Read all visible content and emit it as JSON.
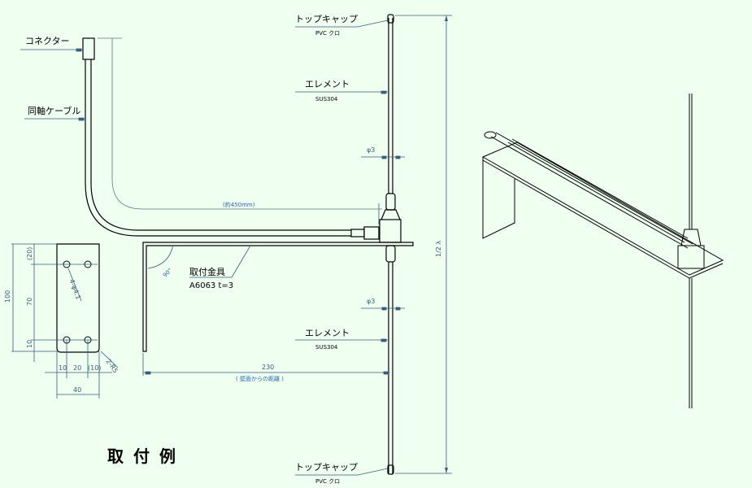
{
  "drawing": {
    "title": "取付例",
    "labels": {
      "connector": "コネクター",
      "coax_cable": "同軸ケーブル",
      "top_cap_upper": "トップキャップ",
      "top_cap_upper_material": "PVC クロ",
      "element_upper": "エレメント",
      "element_upper_material": "SUS304",
      "element_lower": "エレメント",
      "element_lower_material": "SUS304",
      "top_cap_lower": "トップキャップ",
      "top_cap_lower_material": "PVC クロ",
      "bracket": "取付金具",
      "bracket_material": "A6063 t=3"
    },
    "dimensions": {
      "cable_length": "(約450mm)",
      "diameter_upper": "φ3",
      "diameter_lower": "φ3",
      "half_wavelength": "1/2 λ",
      "angle": "90°",
      "wall_distance": "230",
      "wall_distance_note": "( 壁面からの距離 )",
      "plate_height": "100",
      "plate_top_offset": "(20)",
      "plate_hole_pitch": "70",
      "plate_bottom_offset": "10",
      "plate_x1": "10",
      "plate_x2": "20",
      "plate_x3": "(10)",
      "plate_width": "40",
      "holes": "4-φ4.1",
      "corner": "2-R5"
    }
  },
  "colors": {
    "background": "#effff0",
    "line": "#000000",
    "dimension": "#2c6ab0",
    "leader": "#3a5d7a"
  }
}
